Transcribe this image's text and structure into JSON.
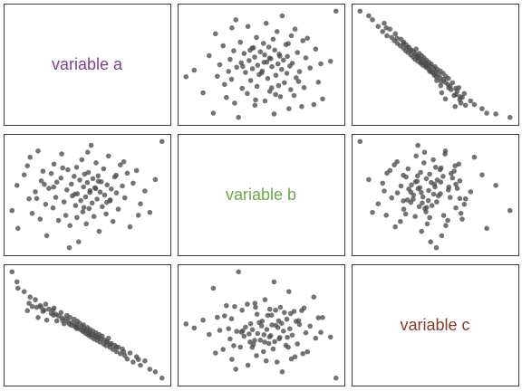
{
  "chart_data": {
    "type": "scatter",
    "variables": [
      {
        "name": "variable a",
        "color": "#7b3f98"
      },
      {
        "name": "variable b",
        "color": "#6aaa47"
      },
      {
        "name": "variable c",
        "color": "#8b3a2a"
      }
    ],
    "grid": false,
    "axes_visible": false,
    "point_color": "#4d4d4d",
    "points": {
      "a": [
        -2.12,
        -1.98,
        -1.95,
        -1.77,
        -1.68,
        -1.63,
        -1.6,
        -1.54,
        -1.45,
        -1.37,
        -1.31,
        -1.28,
        -1.23,
        -1.15,
        -1.12,
        -1.06,
        -0.99,
        -0.94,
        -0.91,
        -0.86,
        -0.83,
        -0.78,
        -0.71,
        -0.69,
        -0.62,
        -0.57,
        -0.54,
        -0.51,
        -0.45,
        -0.41,
        -0.38,
        -0.33,
        -0.29,
        -0.26,
        -0.24,
        -0.2,
        -0.17,
        -0.14,
        -0.11,
        -0.08,
        -0.06,
        -0.03,
        0.0,
        0.02,
        0.05,
        0.08,
        0.1,
        0.13,
        0.16,
        0.19,
        0.21,
        0.24,
        0.27,
        0.3,
        0.33,
        0.36,
        0.39,
        0.42,
        0.45,
        0.48,
        0.52,
        0.55,
        0.59,
        0.62,
        0.66,
        0.7,
        0.74,
        0.79,
        0.84,
        0.89,
        0.94,
        1.0,
        1.06,
        1.13,
        1.2,
        1.28,
        1.37,
        1.47,
        1.58,
        1.71,
        1.85,
        2.01,
        2.2,
        -0.47,
        0.12,
        0.61,
        -0.92,
        1.1,
        -0.25,
        0.37,
        -1.41,
        0.88,
        -0.05,
        0.29,
        -0.66,
        1.52,
        -1.19,
        0.71,
        0.06,
        -0.31
      ],
      "b": [
        -0.75,
        0.42,
        -1.58,
        0.91,
        1.33,
        -0.21,
        1.73,
        -0.88,
        0.12,
        2.02,
        -1.15,
        0.63,
        1.08,
        -0.46,
        -1.92,
        0.28,
        0.97,
        -0.63,
        1.41,
        -0.14,
        0.57,
        -1.21,
        0.76,
        1.88,
        -0.35,
        -0.98,
        0.21,
        1.15,
        -1.45,
        0.48,
        -0.07,
        0.84,
        -0.52,
        1.26,
        0.03,
        -2.21,
        0.67,
        -0.29,
        1.61,
        -0.81,
        0.35,
        0.94,
        -0.12,
        -1.37,
        0.55,
        1.02,
        -0.66,
        0.18,
        2.28,
        -0.4,
        0.73,
        -1.03,
        0.31,
        1.47,
        -0.22,
        0.86,
        -1.72,
        0.11,
        0.59,
        -0.57,
        1.19,
        -0.03,
        -0.91,
        0.44,
        1.79,
        -0.3,
        0.25,
        -1.26,
        0.81,
        0.07,
        -0.69,
        1.37,
        0.39,
        -0.16,
        0.99,
        -1.51,
        0.52,
        1.11,
        -0.44,
        0.16,
        -0.84,
        0.69,
        2.46,
        -2.48,
        0.09,
        -0.37,
        0.34,
        1.52,
        -1.08,
        0.61,
        -0.19,
        0.89,
        -0.61,
        0.27,
        1.23,
        -0.97,
        0.47,
        -0.26,
        1.96,
        0.01
      ],
      "c": [
        2.54,
        2.12,
        1.85,
        1.71,
        0.91,
        1.22,
        1.48,
        1.08,
        1.37,
        0.62,
        1.12,
        1.05,
        0.88,
        1.18,
        0.51,
        0.97,
        0.79,
        0.93,
        1.02,
        0.76,
        0.48,
        0.69,
        0.83,
        0.61,
        0.36,
        0.57,
        0.71,
        0.46,
        0.63,
        0.29,
        0.41,
        0.55,
        0.22,
        0.33,
        0.47,
        0.18,
        0.38,
        0.11,
        0.26,
        0.04,
        0.31,
        0.15,
        -0.05,
        0.08,
        0.2,
        -0.12,
        0.01,
        0.12,
        -0.2,
        -0.07,
        0.05,
        -0.28,
        -0.14,
        -0.02,
        -0.34,
        -0.21,
        -0.09,
        -0.41,
        -0.27,
        -0.16,
        -0.49,
        -0.33,
        -0.56,
        -0.39,
        -0.25,
        -0.63,
        -0.47,
        -0.72,
        -0.55,
        -0.81,
        -0.62,
        -0.9,
        -0.7,
        -0.98,
        -1.12,
        -0.87,
        -1.25,
        -1.03,
        -1.38,
        -1.2,
        -1.55,
        -1.66,
        -1.92,
        0.35,
        -0.1,
        -0.41,
        0.72,
        -0.82,
        0.15,
        -0.22,
        1.05,
        -0.63,
        0.06,
        -0.19,
        0.49,
        -1.14,
        0.93,
        -0.51,
        0.0,
        0.27
      ]
    }
  }
}
